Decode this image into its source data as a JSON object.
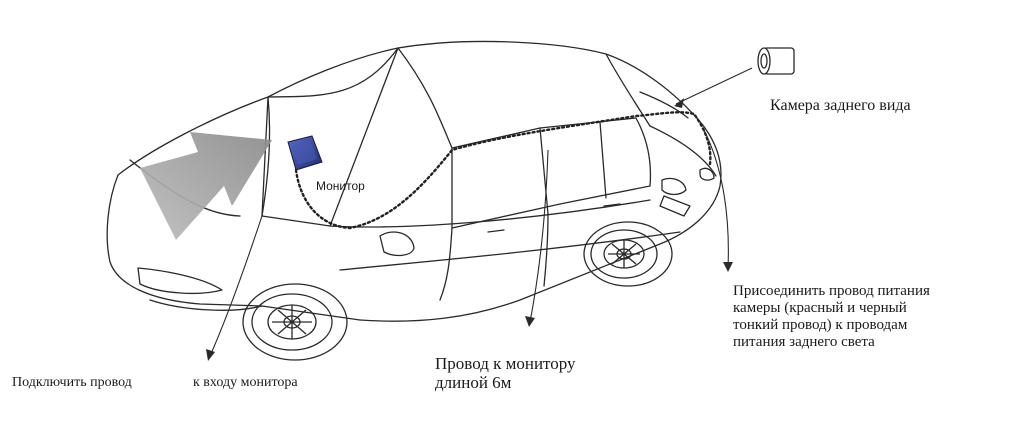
{
  "labels": {
    "camera": "Камера заднего вида",
    "monitor": "Монитор",
    "power": [
      "Присоединить провод питания",
      "камеры (красный и черный",
      "тонкий провод) к проводам",
      "питания заднего света"
    ],
    "cable": [
      "Провод к монитору",
      "длиной 6м"
    ],
    "connect_a": "Подключить провод",
    "connect_b": "к входу монитора"
  },
  "colors": {
    "outline": "#2a2a2a",
    "arrow_fill": "#a8a8a8",
    "monitor_fill": "#3a4a9a",
    "cable": "#222222"
  }
}
